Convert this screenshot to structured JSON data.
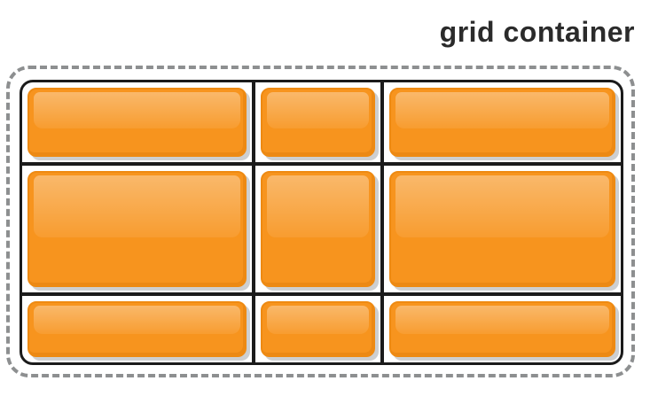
{
  "title": {
    "label": "grid container"
  },
  "colors": {
    "item_orange": "#F7941E",
    "item_edge": "#EE8A12",
    "grid_line": "#1B1B1B",
    "container_dash": "#8D8F90",
    "shadow": "#CDCFD1",
    "background": "#FFFFFF",
    "label_text": "#2B2B2B"
  },
  "grid": {
    "rows": 3,
    "columns": 3,
    "column_sizes": [
      "wide",
      "narrow",
      "wide"
    ],
    "row_sizes": [
      "short",
      "tall",
      "short"
    ],
    "items": [
      {
        "row": 1,
        "col": 1
      },
      {
        "row": 1,
        "col": 2
      },
      {
        "row": 1,
        "col": 3
      },
      {
        "row": 2,
        "col": 1
      },
      {
        "row": 2,
        "col": 2
      },
      {
        "row": 2,
        "col": 3
      },
      {
        "row": 3,
        "col": 1
      },
      {
        "row": 3,
        "col": 2
      },
      {
        "row": 3,
        "col": 3
      }
    ]
  }
}
